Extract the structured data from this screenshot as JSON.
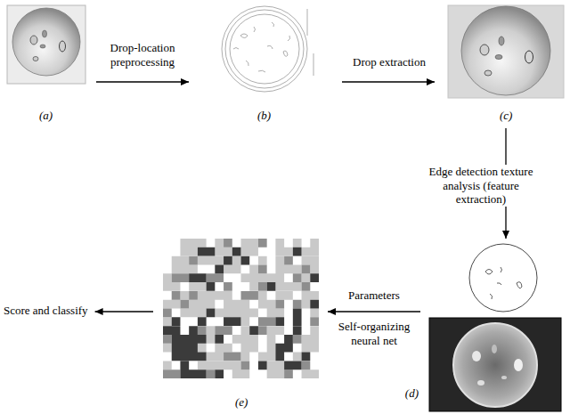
{
  "diagram": {
    "nodes": [
      {
        "text": [
          "(a)"
        ]
      },
      {
        "text": [
          "(b)"
        ]
      },
      {
        "text": [
          "(c)"
        ]
      },
      {
        "text": [
          "(d)"
        ]
      },
      {
        "text": [
          "(e)"
        ]
      },
      {
        "text": [
          "Score and classify"
        ]
      }
    ],
    "edges": [
      {
        "from": 0,
        "to": 1,
        "arrow": "to",
        "label": "Drop-location preprocessing"
      },
      {
        "from": 1,
        "to": 2,
        "arrow": "to",
        "label": "Drop extraction"
      },
      {
        "from": 2,
        "to": 3,
        "arrow": "to",
        "label": "Edge detection texture analysis (feature extraction)"
      },
      {
        "from": 3,
        "to": 4,
        "arrow": "to",
        "label": "Parameters"
      },
      {
        "from": 4,
        "to": 5,
        "arrow": "to"
      }
    ],
    "labels": [
      "Self-organizing neural net"
    ]
  }
}
